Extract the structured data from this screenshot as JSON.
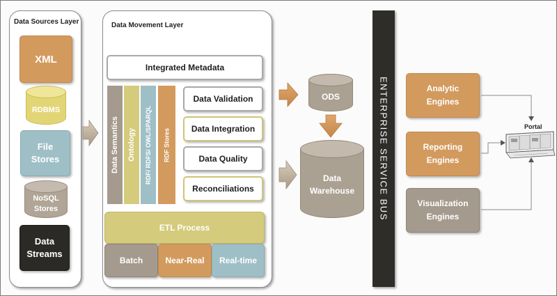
{
  "colors": {
    "orange": "#d39a5e",
    "blue": "#9ebfc6",
    "grey": "#a49a8d",
    "black": "#2c2a27",
    "olive": "#d4cb7c",
    "bus": "#2f2d2a"
  },
  "data_sources": {
    "title": "Data Sources Layer",
    "xml": "XML",
    "rdbms": "RDBMS",
    "file_stores": "File Stores",
    "nosql": "NoSQL Stores",
    "data_streams": "Data Streams"
  },
  "data_movement": {
    "title": "Data Movement Layer",
    "integrated_metadata": "Integrated Metadata",
    "vertical_bars": [
      "Data Semantics",
      "Ontology",
      "RDF/ RDFS/ OWL/SPARQL",
      "RDF Stores"
    ],
    "processes": [
      "Data Validation",
      "Data Integration",
      "Data Quality",
      "Reconciliations"
    ],
    "etl": "ETL Process",
    "batch": "Batch",
    "near_real": "Near-Real",
    "real_time": "Real-time"
  },
  "storage": {
    "ods": "ODS",
    "warehouse": "Data Warehouse"
  },
  "bus": {
    "label": "ENTERPRISE SERVICE BUS"
  },
  "engines": {
    "analytic": "Analytic Engines",
    "reporting": "Reporting Engines",
    "visualization": "Visualization Engines"
  },
  "portal": {
    "label": "Portal"
  }
}
